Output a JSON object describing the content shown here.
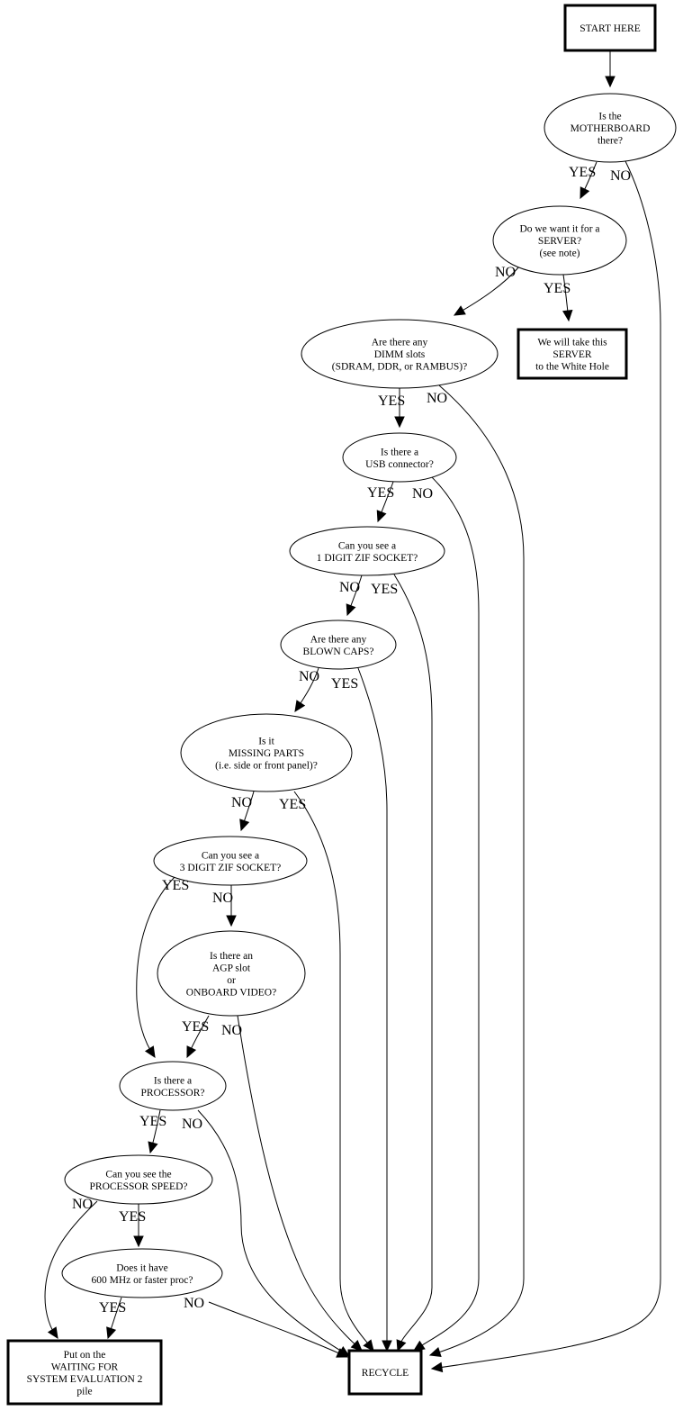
{
  "diagram": {
    "title": "Motherboard triage flowchart",
    "nodes": [
      {
        "id": "start",
        "shape": "box",
        "lines": [
          "START HERE"
        ]
      },
      {
        "id": "motherboard",
        "shape": "ellipse",
        "lines": [
          "Is the",
          "MOTHERBOARD",
          "there?"
        ]
      },
      {
        "id": "server",
        "shape": "ellipse",
        "lines": [
          "Do we want it for a",
          "SERVER?",
          "(see note)"
        ]
      },
      {
        "id": "whitehole",
        "shape": "box",
        "lines": [
          "We will take this",
          "SERVER",
          "to the White Hole"
        ]
      },
      {
        "id": "dimm",
        "shape": "ellipse",
        "lines": [
          "Are there any",
          "DIMM slots",
          "(SDRAM, DDR, or RAMBUS)?"
        ]
      },
      {
        "id": "usb",
        "shape": "ellipse",
        "lines": [
          "Is there a",
          "USB connector?"
        ]
      },
      {
        "id": "zif1",
        "shape": "ellipse",
        "lines": [
          "Can you see a",
          "1 DIGIT ZIF SOCKET?"
        ]
      },
      {
        "id": "caps",
        "shape": "ellipse",
        "lines": [
          "Are there any",
          "BLOWN CAPS?"
        ]
      },
      {
        "id": "missing",
        "shape": "ellipse",
        "lines": [
          "Is it",
          "MISSING PARTS",
          "(i.e. side or front panel)?"
        ]
      },
      {
        "id": "zif3",
        "shape": "ellipse",
        "lines": [
          "Can you see a",
          "3 DIGIT ZIF SOCKET?"
        ]
      },
      {
        "id": "agp",
        "shape": "ellipse",
        "lines": [
          "Is there an",
          "AGP slot",
          "or",
          "ONBOARD VIDEO?"
        ]
      },
      {
        "id": "processor",
        "shape": "ellipse",
        "lines": [
          "Is there a",
          "PROCESSOR?"
        ]
      },
      {
        "id": "speed",
        "shape": "ellipse",
        "lines": [
          "Can you see the",
          "PROCESSOR SPEED?"
        ]
      },
      {
        "id": "mhz",
        "shape": "ellipse",
        "lines": [
          "Does it have",
          "600 MHz or faster proc?"
        ]
      },
      {
        "id": "waiting",
        "shape": "box",
        "lines": [
          "Put on the",
          "WAITING FOR",
          "SYSTEM EVALUATION 2",
          "pile"
        ]
      },
      {
        "id": "recycle",
        "shape": "box",
        "lines": [
          "RECYCLE"
        ]
      }
    ],
    "edges": [
      {
        "from": "start",
        "to": "motherboard",
        "label": ""
      },
      {
        "from": "motherboard",
        "to": "server",
        "label": "YES"
      },
      {
        "from": "motherboard",
        "to": "recycle",
        "label": "NO"
      },
      {
        "from": "server",
        "to": "dimm",
        "label": "NO"
      },
      {
        "from": "server",
        "to": "whitehole",
        "label": "YES"
      },
      {
        "from": "dimm",
        "to": "usb",
        "label": "YES"
      },
      {
        "from": "dimm",
        "to": "recycle",
        "label": "NO"
      },
      {
        "from": "usb",
        "to": "zif1",
        "label": "YES"
      },
      {
        "from": "usb",
        "to": "recycle",
        "label": "NO"
      },
      {
        "from": "zif1",
        "to": "caps",
        "label": "NO"
      },
      {
        "from": "zif1",
        "to": "recycle",
        "label": "YES"
      },
      {
        "from": "caps",
        "to": "missing",
        "label": "NO"
      },
      {
        "from": "caps",
        "to": "recycle",
        "label": "YES"
      },
      {
        "from": "missing",
        "to": "zif3",
        "label": "NO"
      },
      {
        "from": "missing",
        "to": "recycle",
        "label": "YES"
      },
      {
        "from": "zif3",
        "to": "processor",
        "label": "YES"
      },
      {
        "from": "zif3",
        "to": "agp",
        "label": "NO"
      },
      {
        "from": "agp",
        "to": "processor",
        "label": "YES"
      },
      {
        "from": "agp",
        "to": "recycle",
        "label": "NO"
      },
      {
        "from": "processor",
        "to": "speed",
        "label": "YES"
      },
      {
        "from": "processor",
        "to": "recycle",
        "label": "NO"
      },
      {
        "from": "speed",
        "to": "waiting",
        "label": "NO"
      },
      {
        "from": "speed",
        "to": "mhz",
        "label": "YES"
      },
      {
        "from": "mhz",
        "to": "waiting",
        "label": "YES"
      },
      {
        "from": "mhz",
        "to": "recycle",
        "label": "NO"
      }
    ]
  }
}
